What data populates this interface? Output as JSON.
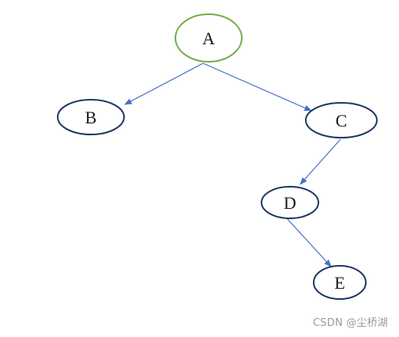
{
  "diagram": {
    "colors": {
      "root_stroke": "#70ad47",
      "node_stroke": "#203864",
      "edge_stroke": "#4472c4"
    },
    "nodes": [
      {
        "id": "A",
        "label": "A",
        "role": "root"
      },
      {
        "id": "B",
        "label": "B"
      },
      {
        "id": "C",
        "label": "C"
      },
      {
        "id": "D",
        "label": "D"
      },
      {
        "id": "E",
        "label": "E"
      }
    ],
    "edges": [
      {
        "from": "A",
        "to": "B"
      },
      {
        "from": "A",
        "to": "C"
      },
      {
        "from": "C",
        "to": "D"
      },
      {
        "from": "D",
        "to": "E"
      }
    ]
  },
  "watermark": {
    "text": "CSDN @尘桥湖"
  }
}
